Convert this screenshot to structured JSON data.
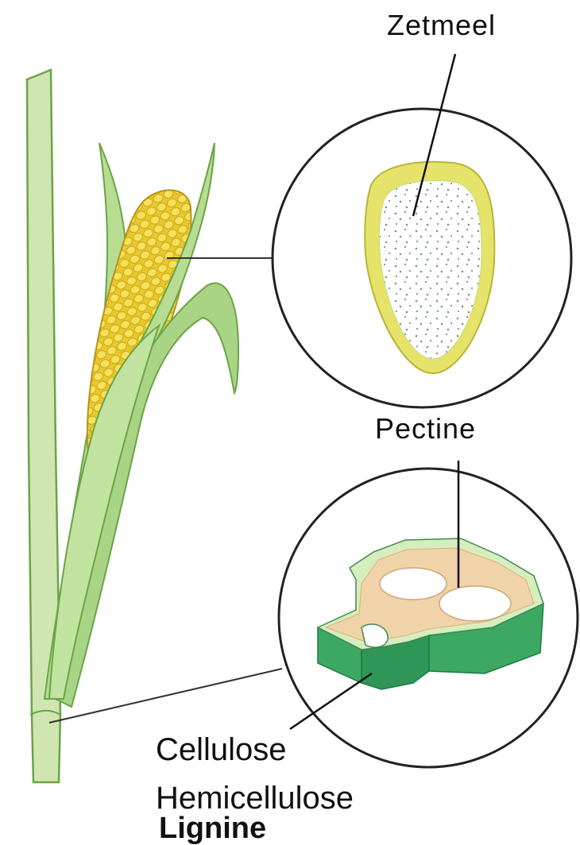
{
  "labels": {
    "zetmeel": "Zetmeel",
    "pectine": "Pectine",
    "cellulose": "Cellulose",
    "hemicellulose": "Hemicellulose",
    "lignine": "Lignine"
  },
  "colors": {
    "plant_light": "#cfe6b0",
    "plant_mid": "#a9d486",
    "plant_outline": "#5a9a3a",
    "corn_kernel": "#f2da3a",
    "grain_coat": "#e6e36a",
    "cell_wall_green": "#3da861",
    "cell_wall_dark": "#1f7a45",
    "pectin_tan": "#f0d3a8",
    "line": "#222222"
  }
}
